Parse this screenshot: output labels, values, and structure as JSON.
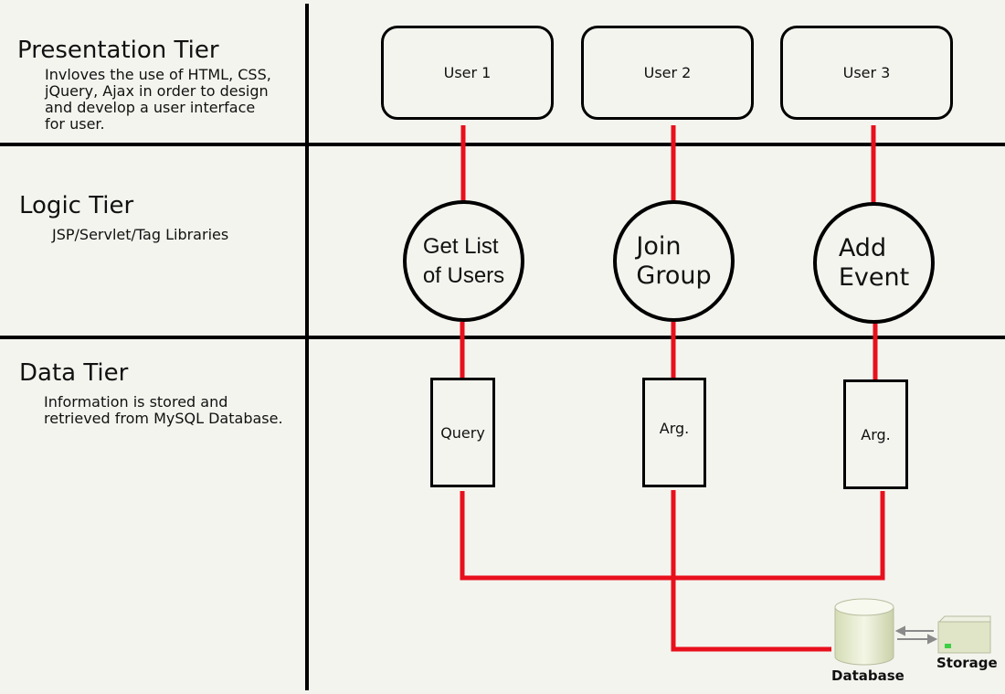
{
  "tiers": {
    "presentation": {
      "title": "Presentation Tier",
      "description": "Invloves the use of HTML, CSS,\njQuery, Ajax in order to design\nand develop a user interface\nfor user."
    },
    "logic": {
      "title": "Logic Tier",
      "description": "JSP/Servlet/Tag Libraries"
    },
    "data": {
      "title": "Data Tier",
      "description": "Information is stored and\nretrieved from MySQL Database."
    }
  },
  "users": [
    "User 1",
    "User 2",
    "User 3"
  ],
  "operations": [
    "Get List\nof Users",
    "Join\nGroup",
    "Add\nEvent"
  ],
  "data_nodes": [
    "Query",
    "Arg.",
    "Arg."
  ],
  "storage": {
    "database_label": "Database",
    "storage_label": "Storage"
  },
  "colors": {
    "connector": "#e8101c",
    "divider": "#000000",
    "background": "#f4f4ef"
  }
}
